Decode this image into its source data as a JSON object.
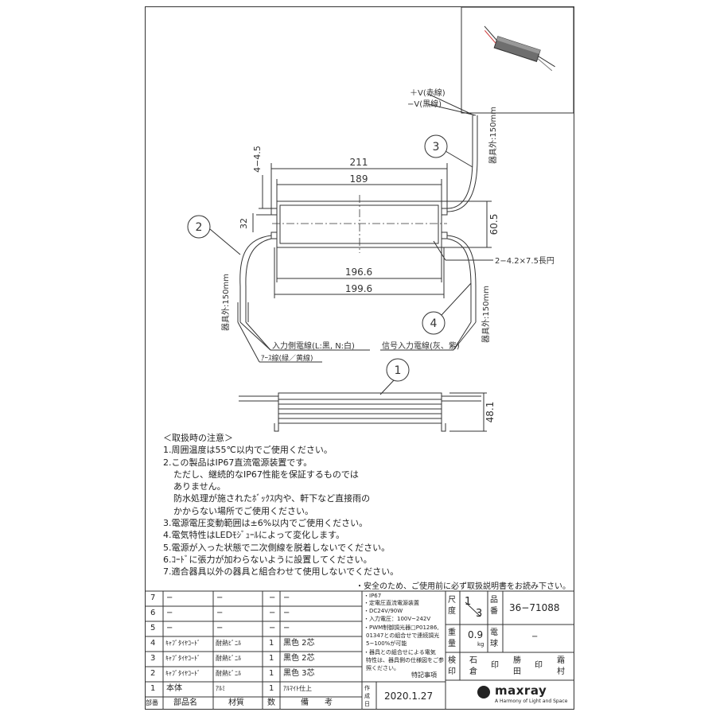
{
  "drawing": {
    "dim_overall_length": "211",
    "dim_body_length": "189",
    "dim_mount_hole": "4−4.5",
    "dim_body_height": "32",
    "dim_width": "60.5",
    "dim_slot_spacing": "196.6",
    "dim_base_length": "199.6",
    "dim_slot_spec": "2−4.2×7.5長円",
    "dim_depth": "48.1",
    "wire_pos": "＋V(赤線)",
    "wire_neg": "−V(黒線)",
    "wire_len_output": "器具外:150mm",
    "wire_len_input": "器具外:150mm",
    "wire_len_signal": "器具外:150mm",
    "input_wire_label": "入力側電線(L:黒, N:白)",
    "earth_wire_label": "ｱｰｽ線(緑／黄線)",
    "signal_wire_label": "信号入力電線(灰、紫)",
    "callout_1": "1",
    "callout_2": "2",
    "callout_3": "3",
    "callout_4": "4"
  },
  "notes": {
    "title": "＜取扱時の注意＞",
    "lines": [
      "1.周囲温度は55℃以内でご使用ください。",
      "2.この製品はIP67直流電源装置です。",
      "ただし、継続的なIP67性能を保証するものでは",
      "ありません。",
      "防水処理が施されたﾎﾞｯｸｽ内や、軒下など直接雨の",
      "かからない場所でご使用ください。",
      "3.電源電圧変動範囲は±6%以内でご使用ください。",
      "4.電気特性はLEDﾓｼﾞｭｰﾙによって変化します。",
      "5.電源が入った状態で二次側線を脱着しないでください。",
      "6.ｺｰﾄﾞに張力が加わらないように設置してください。",
      "7.適合器具以外の器具と組合わせて使用しないでください。"
    ],
    "safety": "・安全のため、ご使用前に必ず取扱説明書をお読み下さい。"
  },
  "parts": {
    "rows": [
      {
        "no": "7",
        "name": "−",
        "material": "−",
        "qty": "−",
        "remark": "−"
      },
      {
        "no": "6",
        "name": "−",
        "material": "−",
        "qty": "−",
        "remark": "−"
      },
      {
        "no": "5",
        "name": "−",
        "material": "−",
        "qty": "−",
        "remark": "−"
      },
      {
        "no": "4",
        "name": "ｷｬﾌﾞﾀｲﾔｺｰﾄﾞ",
        "material": "耐熱ﾋﾞﾆﾙ",
        "qty": "1",
        "remark": "黒色 2芯"
      },
      {
        "no": "3",
        "name": "ｷｬﾌﾞﾀｲﾔｺｰﾄﾞ",
        "material": "耐熱ﾋﾞﾆﾙ",
        "qty": "1",
        "remark": "黒色 2芯"
      },
      {
        "no": "2",
        "name": "ｷｬﾌﾞﾀｲﾔｺｰﾄﾞ",
        "material": "耐熱ﾋﾞﾆﾙ",
        "qty": "1",
        "remark": "黒色 3芯"
      },
      {
        "no": "1",
        "name": "本体",
        "material": "ｱﾙﾐ",
        "qty": "1",
        "remark": "ｱﾙﾏｲﾄ仕上"
      }
    ],
    "headers": {
      "no": "部番",
      "name": "部品名",
      "material": "材質",
      "qty": "数",
      "remark": "備　　考"
    }
  },
  "specs": {
    "lines": [
      "・IP67",
      "・定電圧直流電源装置",
      "・DC24V/90W",
      "・入力電圧：100V~242V",
      "・PWM制御調光器□P01286,",
      "01347との組合せで連続調光",
      "5~100%が可能",
      "・器具との組合せによる電気",
      "特性は、器具側の仕様図をご参",
      "照ください。"
    ],
    "special_notes_label": "特記事項",
    "date_label": "作成日",
    "date": "2020.1.27"
  },
  "title_block": {
    "scale_label": "尺度",
    "scale_num": "1",
    "scale_den": "3",
    "part_no_label": "品番",
    "part_no": "36−71088",
    "weight_label": "重量",
    "weight": "0.9",
    "weight_unit": "kg",
    "bulb_label": "電球",
    "bulb": "−",
    "inspect_label": "検印",
    "name_ishikura": "石倉",
    "name_katsuta": "勝田",
    "name_kirimura": "霜村",
    "stamp": "印",
    "brand": "maxray",
    "tagline": "A Harmony of Light and Space"
  }
}
